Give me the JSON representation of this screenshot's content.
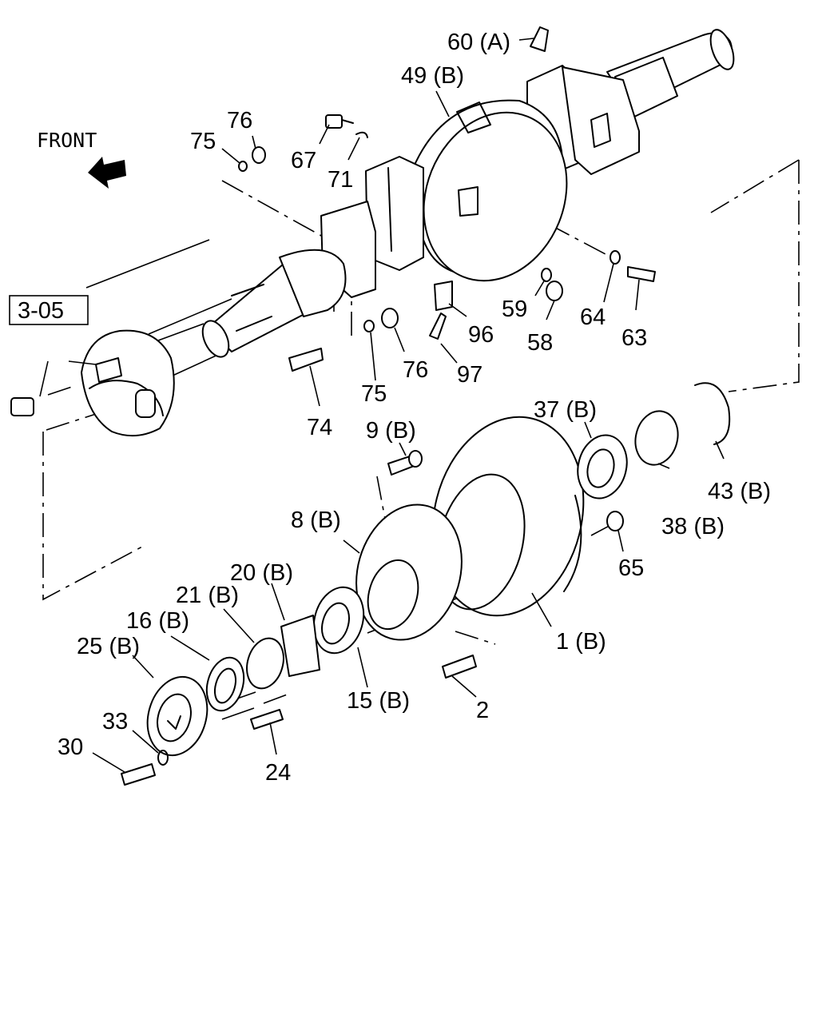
{
  "diagram": {
    "front_label": "FRONT",
    "ref_box": "3-05",
    "parts": [
      {
        "id": "p60",
        "label": "60 (A)"
      },
      {
        "id": "p49",
        "label": "49 (B)"
      },
      {
        "id": "p76a",
        "label": "76"
      },
      {
        "id": "p75a",
        "label": "75"
      },
      {
        "id": "p67",
        "label": "67"
      },
      {
        "id": "p71",
        "label": "71"
      },
      {
        "id": "p59",
        "label": "59"
      },
      {
        "id": "p64",
        "label": "64"
      },
      {
        "id": "p63",
        "label": "63"
      },
      {
        "id": "p58",
        "label": "58"
      },
      {
        "id": "p96",
        "label": "96"
      },
      {
        "id": "p97",
        "label": "97"
      },
      {
        "id": "p76b",
        "label": "76"
      },
      {
        "id": "p75b",
        "label": "75"
      },
      {
        "id": "p74",
        "label": "74"
      },
      {
        "id": "p37",
        "label": "37 (B)"
      },
      {
        "id": "p9",
        "label": "9 (B)"
      },
      {
        "id": "p43",
        "label": "43 (B)"
      },
      {
        "id": "p38",
        "label": "38 (B)"
      },
      {
        "id": "p8",
        "label": "8 (B)"
      },
      {
        "id": "p65",
        "label": "65"
      },
      {
        "id": "p20",
        "label": "20 (B)"
      },
      {
        "id": "p21",
        "label": "21 (B)"
      },
      {
        "id": "p16",
        "label": "16 (B)"
      },
      {
        "id": "p25",
        "label": "25 (B)"
      },
      {
        "id": "p1",
        "label": "1 (B)"
      },
      {
        "id": "p15",
        "label": "15 (B)"
      },
      {
        "id": "p2",
        "label": "2"
      },
      {
        "id": "p33",
        "label": "33"
      },
      {
        "id": "p30",
        "label": "30"
      },
      {
        "id": "p24",
        "label": "24"
      }
    ]
  }
}
